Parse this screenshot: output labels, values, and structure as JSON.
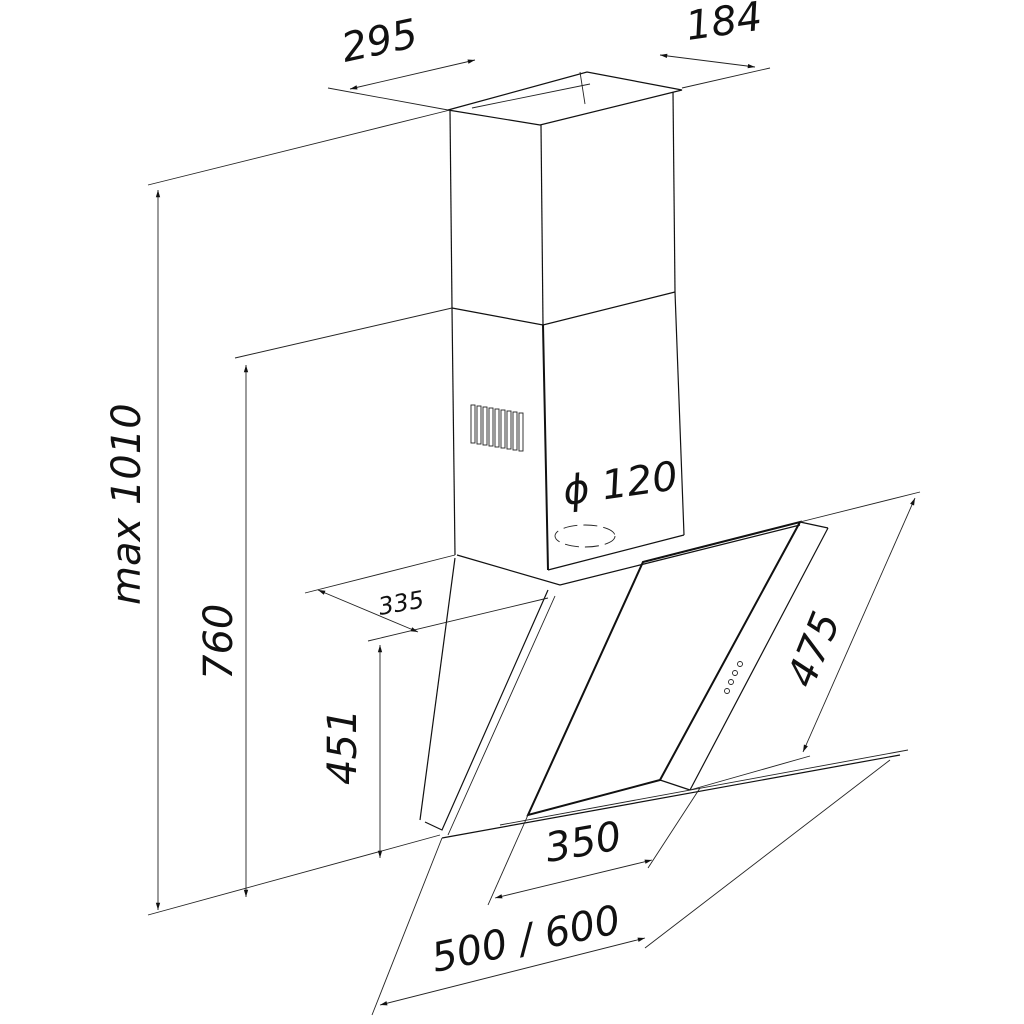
{
  "drawing": {
    "subject": "Inclined wall-mounted kitchen cooker hood with chimney duct",
    "units": "mm",
    "dimensions": {
      "chimney_width": "295",
      "chimney_depth": "184",
      "max_height": "max 1010",
      "height_760": "760",
      "height_451": "451",
      "hood_depth": "335",
      "duct_diameter": "ϕ 120",
      "glass_panel_height": "475",
      "glass_panel_width": "350",
      "hood_width": "500 / 600"
    },
    "colors": {
      "line": "#111111",
      "background": "#ffffff"
    }
  }
}
